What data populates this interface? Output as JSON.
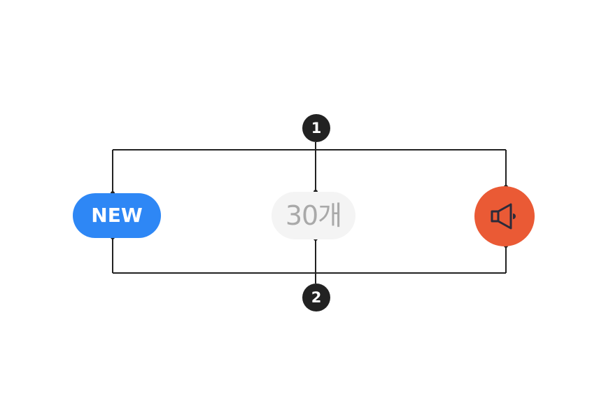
{
  "markers": {
    "top": "1",
    "bottom": "2"
  },
  "badges": {
    "new_label": "NEW",
    "count_label": "30개",
    "speaker_icon": "megaphone-icon"
  },
  "colors": {
    "new_badge": "#2e87f5",
    "count_badge_bg": "#f4f4f4",
    "count_badge_text": "#a9a9a9",
    "speaker_badge": "#ea5a35",
    "marker": "#222222",
    "line": "#222222"
  }
}
